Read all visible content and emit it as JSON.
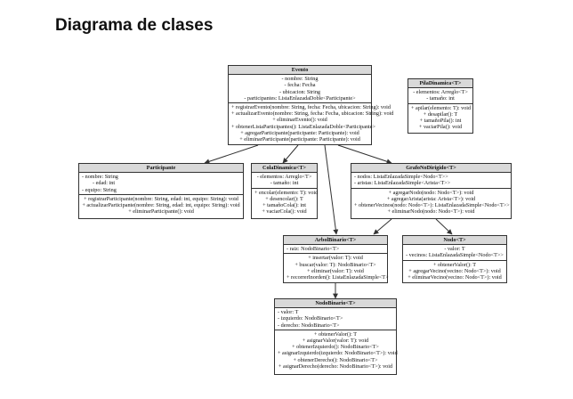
{
  "title": "Diagrama de clases",
  "classes": {
    "evento": {
      "name": "Evento",
      "attributes": [
        "- nombre: String",
        "- fecha: Fecha",
        "- ubicacion: String",
        "- participantes: ListaEnlazadaDoble<Participante>"
      ],
      "methods": [
        "+ registrarEvento(nombre: String, fecha: Fecha, ubicacion: String): void",
        "+ actualizarEvento(nombre: String, fecha: Fecha, ubicacion: String): void",
        "+ eliminarEvento(): void",
        "+ obtenerListaParticipantes(): ListaEnlazadaDoble<Participante>",
        "+ agregarParticipante(participante: Participante): void",
        "+ eliminarParticipante(participante: Participante): void"
      ]
    },
    "pilaDinamica": {
      "name": "PilaDinamica<T>",
      "attributes": [
        "- elementos: Arreglo<T>",
        "- tamaño: int"
      ],
      "methods": [
        "+ apilar(elemento: T): void",
        "+ desapilar(): T",
        "+ tamañoPila(): int",
        "+ vaciarPila(): void"
      ]
    },
    "participante": {
      "name": "Participante",
      "attributes": [
        "- nombre: String",
        "- edad: int",
        "- equipo: String"
      ],
      "methods": [
        "+ registrarParticipante(nombre: String, edad: int, equipo: String): void",
        "+ actualizarParticipante(nombre: String, edad: int, equipo: String): void",
        "+ eliminarParticipante(): void"
      ]
    },
    "colaDinamica": {
      "name": "ColaDinamica<T>",
      "attributes": [
        "- elementos: Arreglo<T>",
        "- tamaño: int"
      ],
      "methods": [
        "+ encolar(elemento: T): void",
        "+ desencolar(): T",
        "+ tamañoCola(): int",
        "+ vaciarCola(): void"
      ]
    },
    "grafoNoDirigido": {
      "name": "GrafoNoDirigido<T>",
      "attributes": [
        "- nodos: ListaEnlazadaSimple<Nodo<T>>",
        "- aristas: ListaEnlazadaSimple<Arista<T>>"
      ],
      "methods": [
        "+ agregarNodo(nodo: Nodo<T>): void",
        "+ agregarArista(arista: Arista<T>): void",
        "+ obtenerVecinos(nodo: Nodo<T>): ListaEnlazadaSimple<Nodo<T>>",
        "+ eliminarNodo(nodo: Nodo<T>): void"
      ]
    },
    "arbolBinario": {
      "name": "ArbolBinario<T>",
      "attributes": [
        "- raiz: NodoBinario<T>"
      ],
      "methods": [
        "+ insertar(valor: T): void",
        "+ buscar(valor: T): NodoBinario<T>",
        "+ eliminar(valor: T): void",
        "+ recorrerInorden(): ListaEnlazadaSimple<T>"
      ]
    },
    "nodo": {
      "name": "Nodo<T>",
      "attributes": [
        "- valor: T",
        "- vecinos: ListaEnlazadaSimple<Nodo<T>>"
      ],
      "methods": [
        "+ obtenerValor(): T",
        "+ agregarVecino(vecino: Nodo<T>): void",
        "+ eliminarVecino(vecino: Nodo<T>): void"
      ]
    },
    "nodoBinario": {
      "name": "NodoBinario<T>",
      "attributes": [
        "- valor: T",
        "- izquierdo: NodoBinario<T>",
        "- derecho: NodoBinario<T>"
      ],
      "methods": [
        "+ obtenerValor(): T",
        "+ asignarValor(valor: T): void",
        "+ obtenerIzquierdo(): NodoBinario<T>",
        "+ asignarIzquierdo(izquierdo: NodoBinario<T>): void",
        "+ obtenerDerecho(): NodoBinario<T>",
        "+ asignarDerecho(derecho: NodoBinario<T>): void"
      ]
    }
  }
}
